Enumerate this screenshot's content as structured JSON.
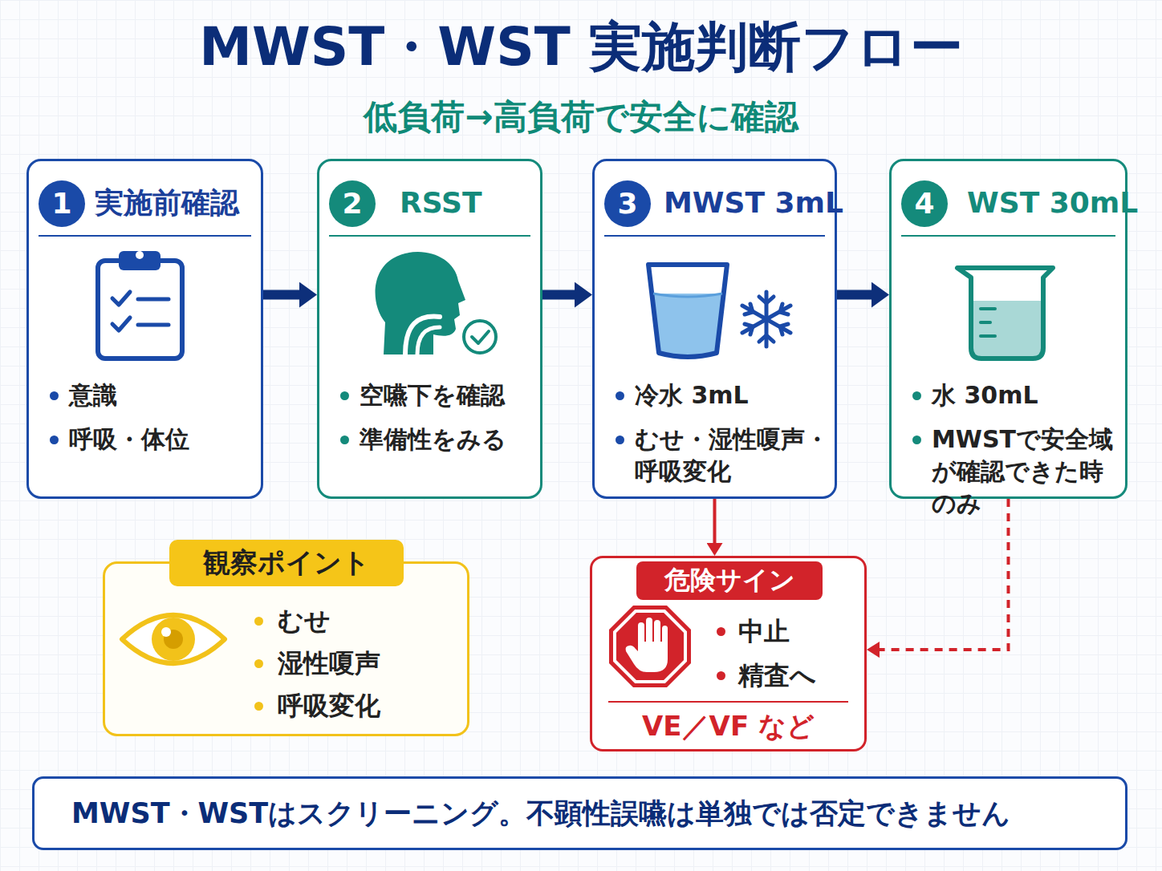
{
  "diagram": {
    "title": "MWST・WST 実施判断フロー",
    "nodes": [
      {
        "text": [
          "実施前確認",
          "意識",
          "呼吸・体位"
        ]
      },
      {
        "text": [
          "1"
        ],
        "in": 0
      },
      {
        "text": [
          "RSST",
          "空嚥下を確認",
          "準備性をみる"
        ]
      },
      {
        "text": [
          "2"
        ],
        "in": 2
      },
      {
        "text": [
          "MWST 3mL",
          "冷水 3mL",
          "むせ・湿性嗄声・呼吸変化"
        ]
      },
      {
        "text": [
          "3"
        ],
        "in": 4
      },
      {
        "text": [
          "WST 30mL",
          "水 30mL",
          "MWSTで安全域が確認できた時のみ"
        ]
      },
      {
        "text": [
          "4"
        ],
        "in": 6
      },
      {
        "text": [
          "観察ポイント",
          "むせ",
          "湿性嗄声",
          "呼吸変化"
        ]
      },
      {
        "text": [
          "危険サイン",
          "中止",
          "精査へ",
          "VE／VF など"
        ]
      },
      {
        "text": [
          "MWST・WSTはスクリーニング。不顕性誤嚥は単独では否定できません"
        ]
      }
    ],
    "edges": [
      {
        "from": 0,
        "to": 2,
        "arrow": "to"
      },
      {
        "from": 2,
        "to": 4,
        "arrow": "to"
      },
      {
        "from": 4,
        "to": 6,
        "arrow": "to"
      },
      {
        "from": 4,
        "to": 9,
        "arrow": "to"
      },
      {
        "from": 6,
        "to": 9,
        "arrow": "to"
      }
    ],
    "labels": [
      "低負荷→高負荷で安全に確認"
    ]
  }
}
